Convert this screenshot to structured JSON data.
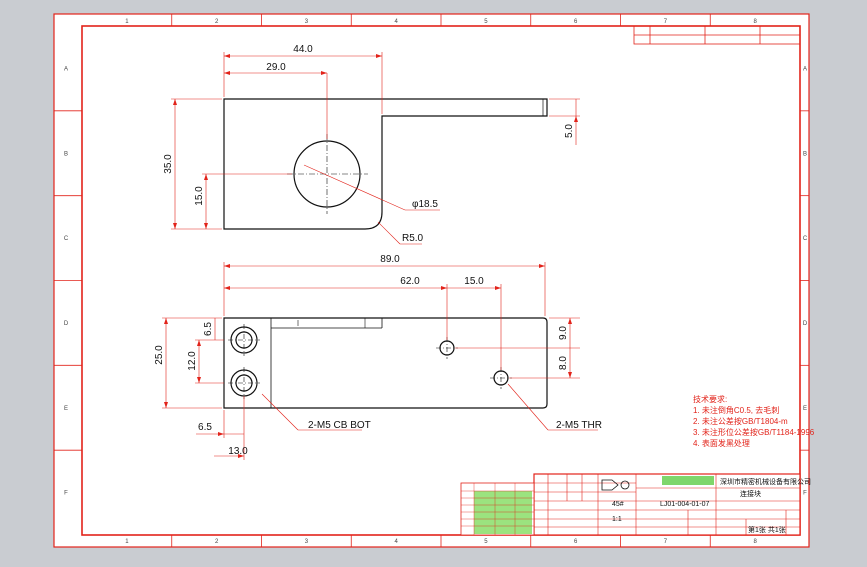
{
  "sheet": {
    "zone_cols": [
      "1",
      "2",
      "3",
      "4",
      "5",
      "6",
      "7",
      "8"
    ],
    "zone_rows": [
      "A",
      "B",
      "C",
      "D",
      "E",
      "F"
    ]
  },
  "top_view": {
    "dim_width_total": "44.0",
    "dim_hole_x": "29.0",
    "dim_height": "35.0",
    "dim_hole_y": "15.0",
    "dim_tab_height": "5.0",
    "dim_hole_dia": "φ18.5",
    "dim_radius": "R5.0"
  },
  "front_view": {
    "dim_length": "89.0",
    "dim_hole1_x": "62.0",
    "dim_hole_spacing_x": "15.0",
    "dim_height": "25.0",
    "dim_top_offset": "6.5",
    "dim_cb_spacing": "12.0",
    "dim_hole_top": "9.0",
    "dim_hole_spacing_y": "8.0",
    "dim_cb_x": "6.5",
    "dim_cb_x2": "13.0",
    "callout_cb": "2-M5 CB BOT",
    "callout_thr": "2-M5 THR"
  },
  "notes": {
    "title": "技术要求:",
    "lines": [
      "1. 未注倒角C0.5, 去毛刺",
      "2. 未注公差按GB/T1804-m",
      "3. 未注形位公差按GB/T1184-1996",
      "4. 表面发黑处理"
    ]
  },
  "title_block": {
    "company": "深圳市精密机械设备有限公司",
    "part_name": "连接块",
    "drawing_no": "LJ01-004-01-07",
    "material": "45#",
    "scale": "1:1",
    "sheet": "第1张 共1张",
    "top_box": [
      "",
      "",
      "",
      ""
    ]
  }
}
